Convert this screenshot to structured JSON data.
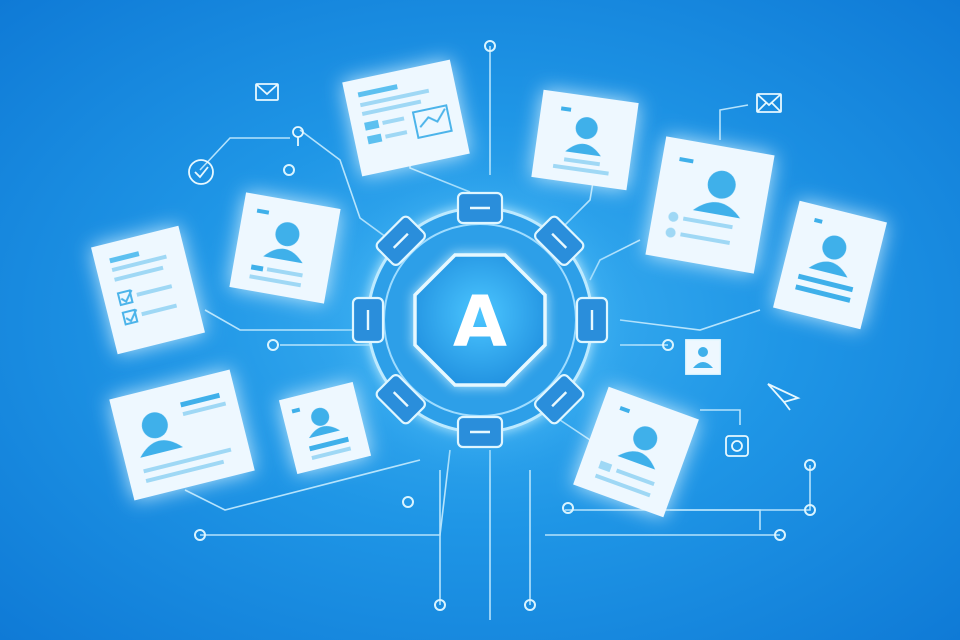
{
  "hub": {
    "letter": "A",
    "icon": "letter-a-emblem"
  },
  "documents": [
    {
      "id": "doc-top-chart",
      "icon": "report-chart-document"
    },
    {
      "id": "doc-top-right-profile",
      "icon": "profile-document"
    },
    {
      "id": "doc-right-profile",
      "icon": "profile-document"
    },
    {
      "id": "doc-far-right-profile",
      "icon": "profile-document"
    },
    {
      "id": "doc-left-profile",
      "icon": "profile-document"
    },
    {
      "id": "doc-far-left-checklist",
      "icon": "checklist-document"
    },
    {
      "id": "doc-bottom-left-profile",
      "icon": "profile-document"
    },
    {
      "id": "doc-small-profile",
      "icon": "profile-document"
    },
    {
      "id": "doc-bottom-right-profile",
      "icon": "profile-document"
    }
  ],
  "icons": [
    "mail-icon",
    "envelope-icon",
    "pin-icon",
    "check-circle-icon",
    "badge-icon",
    "paper-plane-icon",
    "lock-icon",
    "user-card-icon"
  ],
  "colors": {
    "background": "#1f96e6",
    "document": "#eef8ff",
    "accent": "#31a8ea",
    "line": "#bfeaff"
  }
}
